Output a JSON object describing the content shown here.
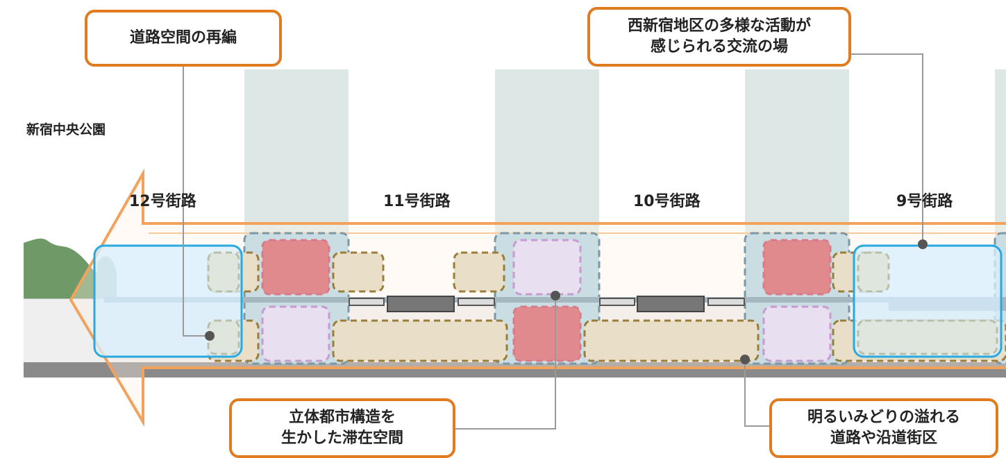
{
  "park_label": "新宿中央公園",
  "streets": [
    "12号街路",
    "11号街路",
    "10号街路",
    "9号街路"
  ],
  "callouts": {
    "road_space": "道路空間の再編",
    "exchange": "西新宿地区の多様な活動が\n感じられる交流の場",
    "structure": "立体都市構造を\n生かした滞在空間",
    "green": "明るいみどりの溢れる\n道路や沿道街区"
  },
  "colors": {
    "accent_orange": "#e07b20",
    "callout_border": "#e07b20",
    "highlight_blue": "#29a9e0",
    "building_red": "#e08a8e",
    "building_purple": "#e8dff0",
    "plaza_beige": "#e9dfc8",
    "column_teal": "#dde8e6",
    "road_gray": "#888888",
    "park_green": "#6f9a68"
  }
}
